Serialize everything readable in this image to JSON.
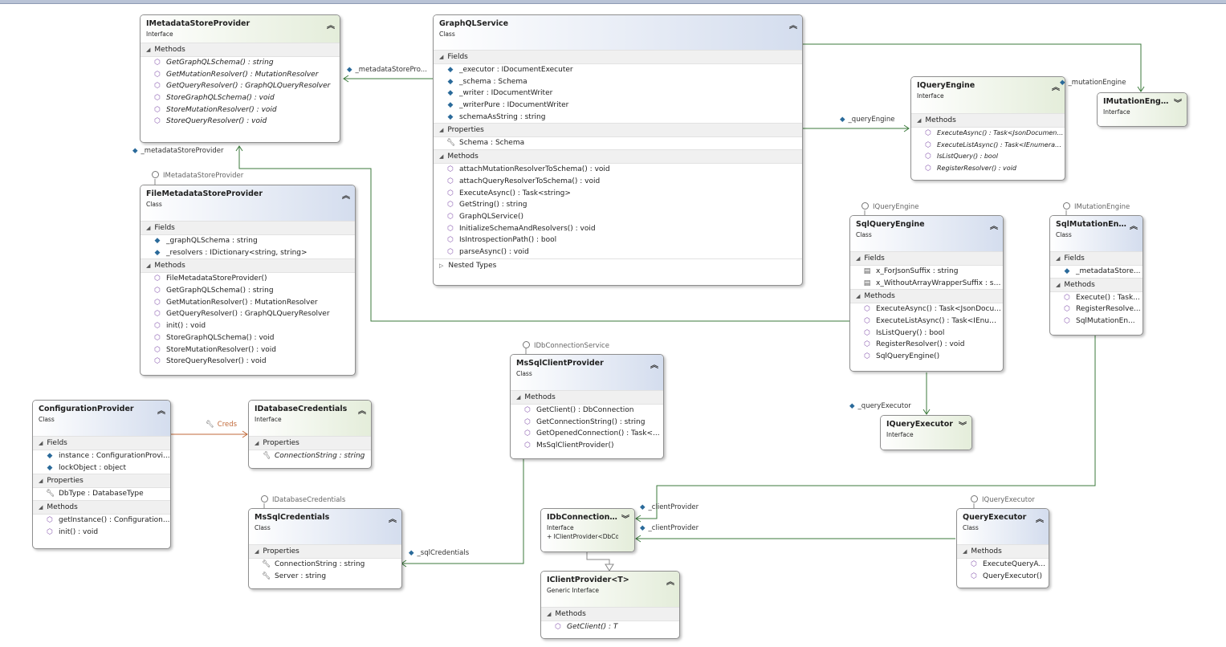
{
  "diagram": {
    "types": {
      "imetadata": {
        "name": "IMetadataStoreProvider",
        "stereotype": "Interface",
        "sections": [
          {
            "label": "Methods",
            "members": [
              "GetGraphQLSchema() : string",
              "GetMutationResolver() : MutationResolver",
              "GetQueryResolver() : GraphQLQueryResolver",
              "StoreGraphQLSchema() : void",
              "StoreMutationResolver() : void",
              "StoreQueryResolver() : void"
            ]
          }
        ]
      },
      "graphql": {
        "name": "GraphQLService",
        "stereotype": "Class",
        "sections": [
          {
            "label": "Fields",
            "members": [
              "_executor : IDocumentExecuter",
              "_schema : Schema",
              "_writer : IDocumentWriter",
              "_writerPure : IDocumentWriter",
              "schemaAsString : string"
            ]
          },
          {
            "label": "Properties",
            "members": [
              "Schema : Schema"
            ]
          },
          {
            "label": "Methods",
            "members": [
              "attachMutationResolverToSchema() : void",
              "attachQueryResolverToSchema() : void",
              "ExecuteAsync() : Task<string>",
              "GetString() : string",
              "GraphQLService()",
              "InitializeSchemaAndResolvers() : void",
              "IsIntrospectionPath() : bool",
              "parseAsync() : void"
            ]
          },
          {
            "label": "Nested Types",
            "members": []
          }
        ]
      },
      "iqueryengine": {
        "name": "IQueryEngine",
        "stereotype": "Interface",
        "sections": [
          {
            "label": "Methods",
            "members": [
              "ExecuteAsync() : Task<JsonDocument>",
              "ExecuteListAsync() : Task<IEnumerable...",
              "IsListQuery() : bool",
              "RegisterResolver() : void"
            ]
          }
        ]
      },
      "imutation": {
        "name": "IMutationEngine",
        "stereotype": "Interface",
        "sections": []
      },
      "filemeta": {
        "name": "FileMetadataStoreProvider",
        "stereotype": "Class",
        "sections": [
          {
            "label": "Fields",
            "members": [
              "_graphQLSchema : string",
              "_resolvers : IDictionary<string, string>"
            ]
          },
          {
            "label": "Methods",
            "members": [
              "FileMetadataStoreProvider()",
              "GetGraphQLSchema() : string",
              "GetMutationResolver() : MutationResolver",
              "GetQueryResolver() : GraphQLQueryResolver",
              "init() : void",
              "StoreGraphQLSchema() : void",
              "StoreMutationResolver() : void",
              "StoreQueryResolver() : void"
            ]
          }
        ]
      },
      "sqlquery": {
        "name": "SqlQueryEngine",
        "stereotype": "Class",
        "sections": [
          {
            "label": "Fields",
            "members": [
              "x_ForJsonSuffix : string",
              "x_WithoutArrayWrapperSuffix : st..."
            ]
          },
          {
            "label": "Methods",
            "members": [
              "ExecuteAsync() : Task<JsonDocu...",
              "ExecuteListAsync() : Task<IEnume...",
              "IsListQuery() : bool",
              "RegisterResolver() : void",
              "SqlQueryEngine()"
            ]
          }
        ]
      },
      "sqlmutation": {
        "name": "SqlMutationEng...",
        "stereotype": "Class",
        "sections": [
          {
            "label": "Fields",
            "members": [
              "_metadataStore..."
            ]
          },
          {
            "label": "Methods",
            "members": [
              "Execute() : Task...",
              "RegisterResolve...",
              "SqlMutationEn..."
            ]
          }
        ]
      },
      "msclient": {
        "name": "MsSqlClientProvider",
        "stereotype": "Class",
        "sections": [
          {
            "label": "Methods",
            "members": [
              "GetClient() : DbConnection",
              "GetConnectionString() : string",
              "GetOpenedConnection() : Task<...",
              "MsSqlClientProvider()"
            ]
          }
        ]
      },
      "config": {
        "name": "ConfigurationProvider",
        "stereotype": "Class",
        "sections": [
          {
            "label": "Fields",
            "members": [
              "instance : ConfigurationProvi...",
              "lockObject : object"
            ]
          },
          {
            "label": "Properties",
            "members": [
              "DbType : DatabaseType"
            ]
          },
          {
            "label": "Methods",
            "members": [
              "getInstance() : Configuration...",
              "init() : void"
            ]
          }
        ]
      },
      "idbcreds": {
        "name": "IDatabaseCredentials",
        "stereotype": "Interface",
        "sections": [
          {
            "label": "Properties",
            "members": [
              "ConnectionString : string"
            ]
          }
        ]
      },
      "iqueryexec": {
        "name": "IQueryExecutor",
        "stereotype": "Interface",
        "sections": []
      },
      "mscreds": {
        "name": "MsSqlCredentials",
        "stereotype": "Class",
        "sections": [
          {
            "label": "Properties",
            "members": [
              "ConnectionString : string",
              "Server : string"
            ]
          }
        ]
      },
      "idbconnsvc": {
        "name": "IDbConnectionS...",
        "stereotype": "Interface",
        "inherits": "+ IClientProvider<DbCo...",
        "sections": []
      },
      "queryexec": {
        "name": "QueryExecutor",
        "stereotype": "Class",
        "sections": [
          {
            "label": "Methods",
            "members": [
              "ExecuteQueryA...",
              "QueryExecutor()"
            ]
          }
        ]
      },
      "iclientprov": {
        "name": "IClientProvider<T>",
        "stereotype": "Generic Interface",
        "sections": [
          {
            "label": "Methods",
            "members": [
              "GetClient() : T"
            ]
          }
        ]
      }
    },
    "lollipops": {
      "l1": "IMetadataStoreProvider",
      "l2": "IQueryEngine",
      "l3": "IMutationEngine",
      "l4": "IDbConnectionService",
      "l5": "IDatabaseCredentials",
      "l6": "IQueryExecutor"
    },
    "associations": {
      "a1": "_metadataStorePro...",
      "a2": "_metadataStoreProvider",
      "a3": "_queryEngine",
      "a4": "_mutationEngine",
      "a5": "_queryExecutor",
      "a6": "Creds",
      "a7": "_clientProvider",
      "a8": "_clientProvider",
      "a9": "_sqlCredentials"
    }
  }
}
